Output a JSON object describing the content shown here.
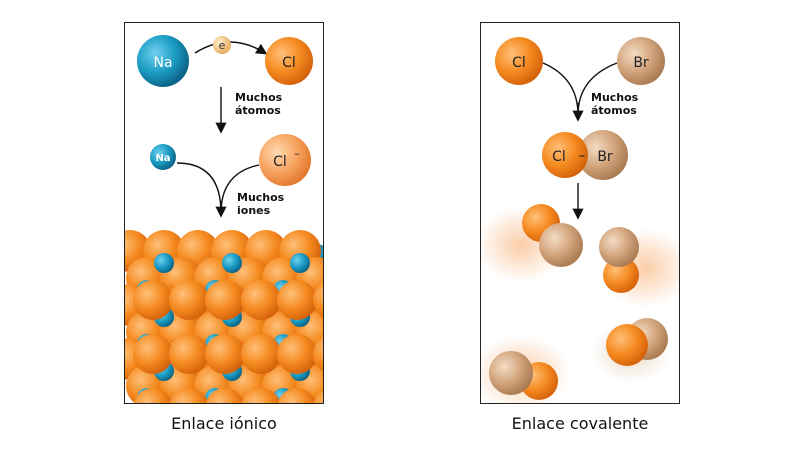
{
  "ionic": {
    "na": "Na",
    "electron": "e",
    "cl": "Cl",
    "step1": "Muchos\nátomos",
    "na_ion": "Na",
    "cl_ion": "Cl",
    "cl_ion_charge": "–",
    "step2": "Muchos\niones",
    "caption": "Enlace iónico"
  },
  "covalent": {
    "cl": "Cl",
    "br": "Br",
    "step1": "Muchos\nátomos",
    "mol_cl": "Cl",
    "mol_bond": "–",
    "mol_br": "Br",
    "caption": "Enlace covalente"
  },
  "colors": {
    "sodium": "#1a9bc3",
    "chlorine": "#f58a1f",
    "bromine": "#d2a47c",
    "electron": "#f0c070"
  }
}
